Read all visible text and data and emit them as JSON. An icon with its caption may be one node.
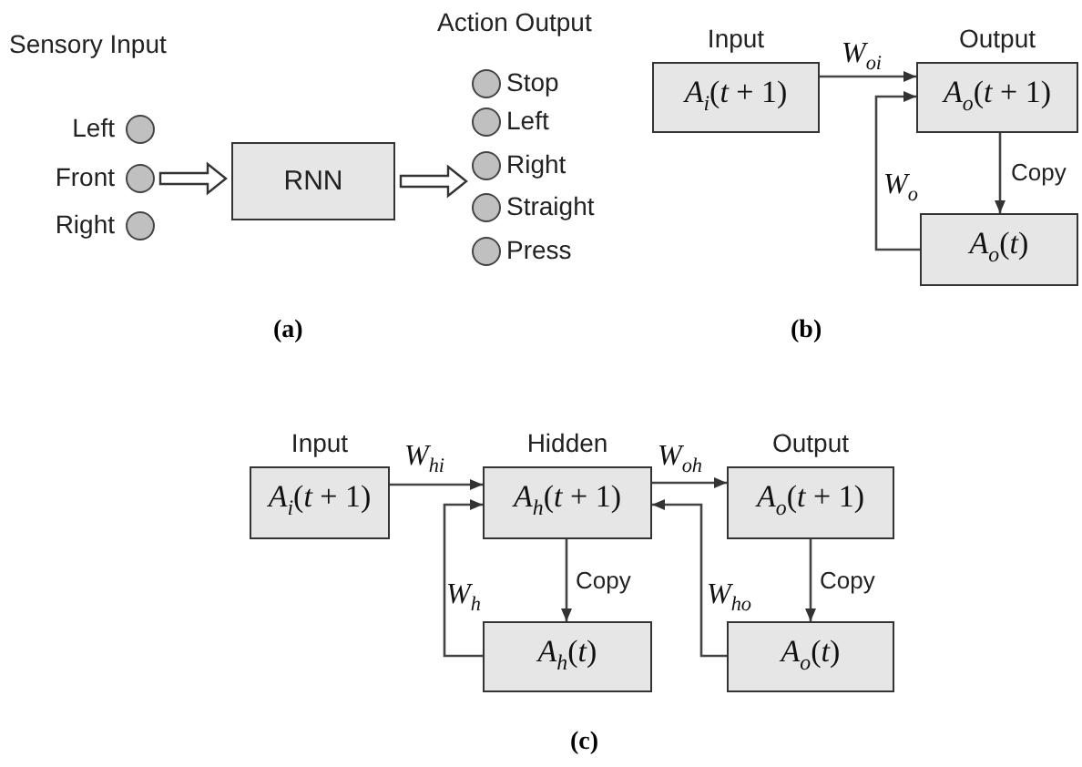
{
  "diagram": {
    "nodes": [
      {
        "text": [],
        "shape": "circle",
        "beside": [
          "Left"
        ]
      },
      {
        "text": [],
        "shape": "circle",
        "beside": [
          "Front"
        ]
      },
      {
        "text": [],
        "shape": "circle",
        "beside": [
          "Right"
        ]
      },
      {
        "text": [
          "RNN"
        ]
      },
      {
        "text": [],
        "shape": "circle",
        "beside": [
          "Stop"
        ]
      },
      {
        "text": [],
        "shape": "circle",
        "beside": [
          "Left"
        ]
      },
      {
        "text": [],
        "shape": "circle",
        "beside": [
          "Right"
        ]
      },
      {
        "text": [],
        "shape": "circle",
        "beside": [
          "Straight"
        ]
      },
      {
        "text": [],
        "shape": "circle",
        "beside": [
          "Press"
        ]
      },
      {
        "text": [
          "Input",
          "*A*$_{i}$(*t* + 1)"
        ]
      },
      {
        "text": [
          "Output",
          "*A*$_{o}$(*t* + 1)"
        ]
      },
      {
        "text": [
          "*A*$_{o}$(*t*)"
        ]
      },
      {
        "text": [
          "Input",
          "*A*$_{i}$(*t* + 1)"
        ]
      },
      {
        "text": [
          "Hidden",
          "*A*$_{h}$(*t* + 1)"
        ]
      },
      {
        "text": [
          "Output",
          "*A*$_{o}$(*t* + 1)"
        ]
      },
      {
        "text": [
          "*A*$_{h}$(*t*)"
        ]
      },
      {
        "text": [
          "*A*$_{o}$(*t*)"
        ]
      }
    ],
    "edges": [
      {
        "from": 1,
        "to": 3,
        "arrow": "to"
      },
      {
        "from": 3,
        "to": 6,
        "arrow": "to"
      },
      {
        "from": 9,
        "to": 10,
        "arrow": "to",
        "label": "*W*$_{oi}$"
      },
      {
        "from": 10,
        "to": 11,
        "arrow": "to",
        "label": "Copy"
      },
      {
        "from": 11,
        "to": 10,
        "arrow": "to",
        "label": "*W*$_{o}$"
      },
      {
        "from": 12,
        "to": 13,
        "arrow": "to",
        "label": "*W*$_{hi}$"
      },
      {
        "from": 13,
        "to": 14,
        "arrow": "to",
        "label": "*W*$_{oh}$"
      },
      {
        "from": 13,
        "to": 15,
        "arrow": "to",
        "label": "Copy"
      },
      {
        "from": 15,
        "to": 13,
        "arrow": "to",
        "label": "*W*$_{h}$"
      },
      {
        "from": 14,
        "to": 16,
        "arrow": "to",
        "label": "Copy"
      },
      {
        "from": 16,
        "to": 13,
        "arrow": "to",
        "label": "*W*$_{ho}$"
      }
    ],
    "labels": [
      "Sensory Input",
      "Action Output",
      "(a)",
      "(b)",
      "(c)"
    ]
  }
}
